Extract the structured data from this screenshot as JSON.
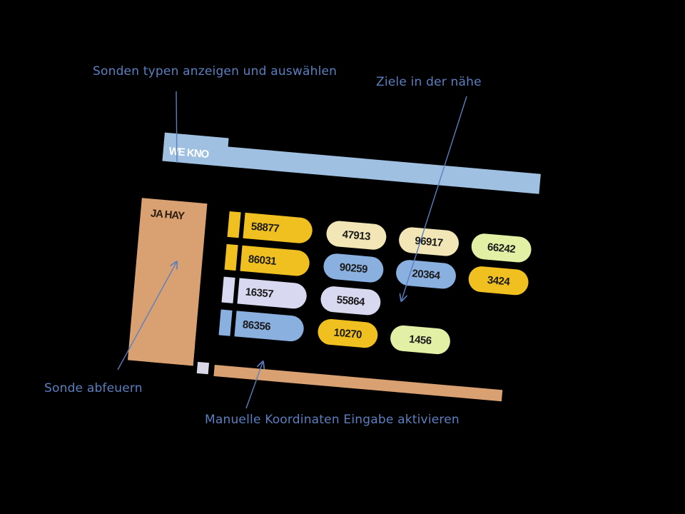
{
  "annotations": {
    "probe_types": "Sonden typen anzeigen und auswählen",
    "nearby_targets": "Ziele in der nähe",
    "fire_probe": "Sonde abfeuern",
    "manual_coords": "Manuelle Koordinaten Eingabe aktivieren"
  },
  "panel": {
    "top_bar_label": "WE KNO",
    "side_label": "JA HAY"
  },
  "probes": [
    {
      "id": "58877",
      "color": "gold"
    },
    {
      "id": "86031",
      "color": "gold"
    },
    {
      "id": "16357",
      "color": "lav"
    },
    {
      "id": "86356",
      "color": "blue"
    }
  ],
  "targets": {
    "col1": [
      {
        "id": "47913",
        "color": "cream"
      },
      {
        "id": "90259",
        "color": "blue"
      },
      {
        "id": "55864",
        "color": "lav"
      },
      {
        "id": "10270",
        "color": "gold"
      }
    ],
    "col2": [
      {
        "id": "96917",
        "color": "cream"
      },
      {
        "id": "20364",
        "color": "blue"
      },
      {
        "id": "1456",
        "color": "lime"
      }
    ],
    "col3": [
      {
        "id": "66242",
        "color": "lime"
      },
      {
        "id": "3424",
        "color": "gold"
      }
    ]
  },
  "colors": {
    "annotation_text": "#5b7fc0",
    "gold": "#f0c020",
    "blue": "#8ab0e0",
    "lavender": "#d8d8f0",
    "cream": "#f2e6b6",
    "lime": "#e2f0a6",
    "tan": "#d9a171",
    "light_blue_bar": "#9fc0e0"
  }
}
